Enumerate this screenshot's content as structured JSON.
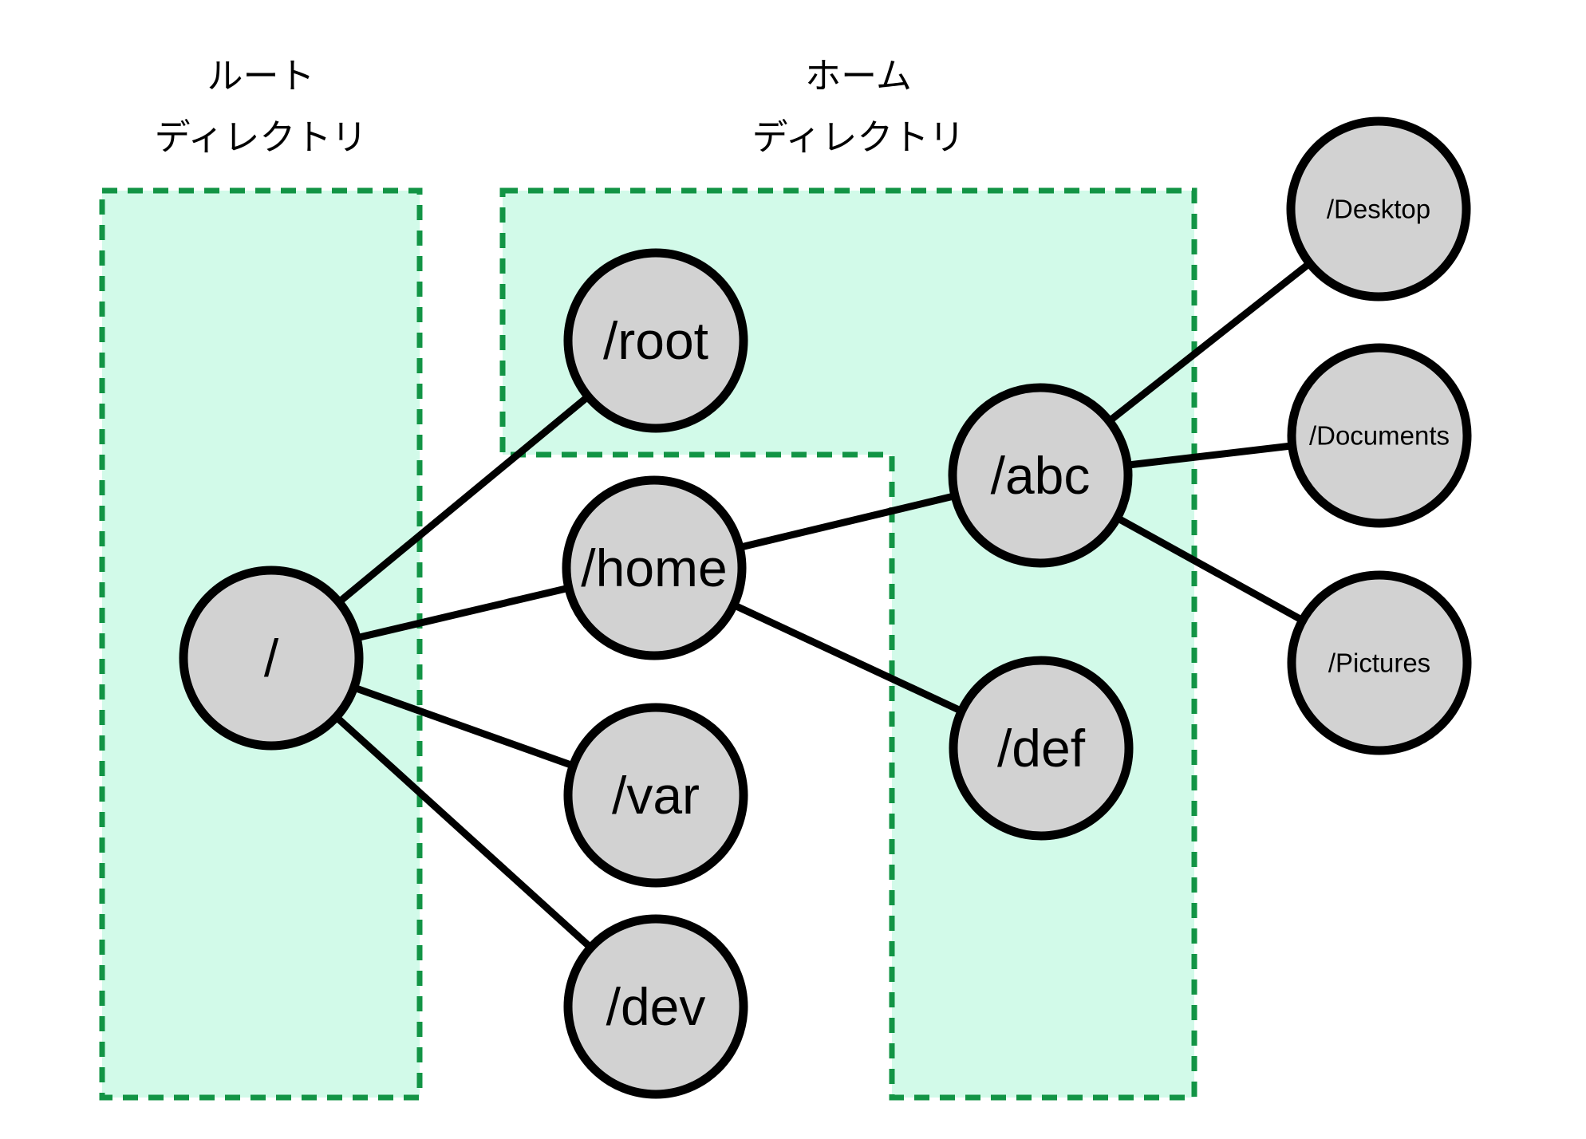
{
  "titles": {
    "root_directory": {
      "line1": "ルート",
      "line2": "ディレクトリ"
    },
    "home_directory": {
      "line1": "ホーム",
      "line2": "ディレクトリ"
    }
  },
  "nodes": {
    "slash": "/",
    "root": "/root",
    "home": "/home",
    "var": "/var",
    "dev": "/dev",
    "abc": "/abc",
    "def": "/def",
    "desktop": "/Desktop",
    "documents": "/Documents",
    "pictures": "/Pictures"
  },
  "edges": [
    {
      "from": "/",
      "to": "/root"
    },
    {
      "from": "/",
      "to": "/home"
    },
    {
      "from": "/",
      "to": "/var"
    },
    {
      "from": "/",
      "to": "/dev"
    },
    {
      "from": "/home",
      "to": "/abc"
    },
    {
      "from": "/home",
      "to": "/def"
    },
    {
      "from": "/abc",
      "to": "/Desktop"
    },
    {
      "from": "/abc",
      "to": "/Documents"
    },
    {
      "from": "/abc",
      "to": "/Pictures"
    }
  ],
  "colors": {
    "background": "#ffffff",
    "region_fill": "#d2fae9",
    "region_border": "#129445",
    "node_fill": "#d2d2d2",
    "node_border": "#000000",
    "edge": "#000000",
    "text": "#000000"
  }
}
